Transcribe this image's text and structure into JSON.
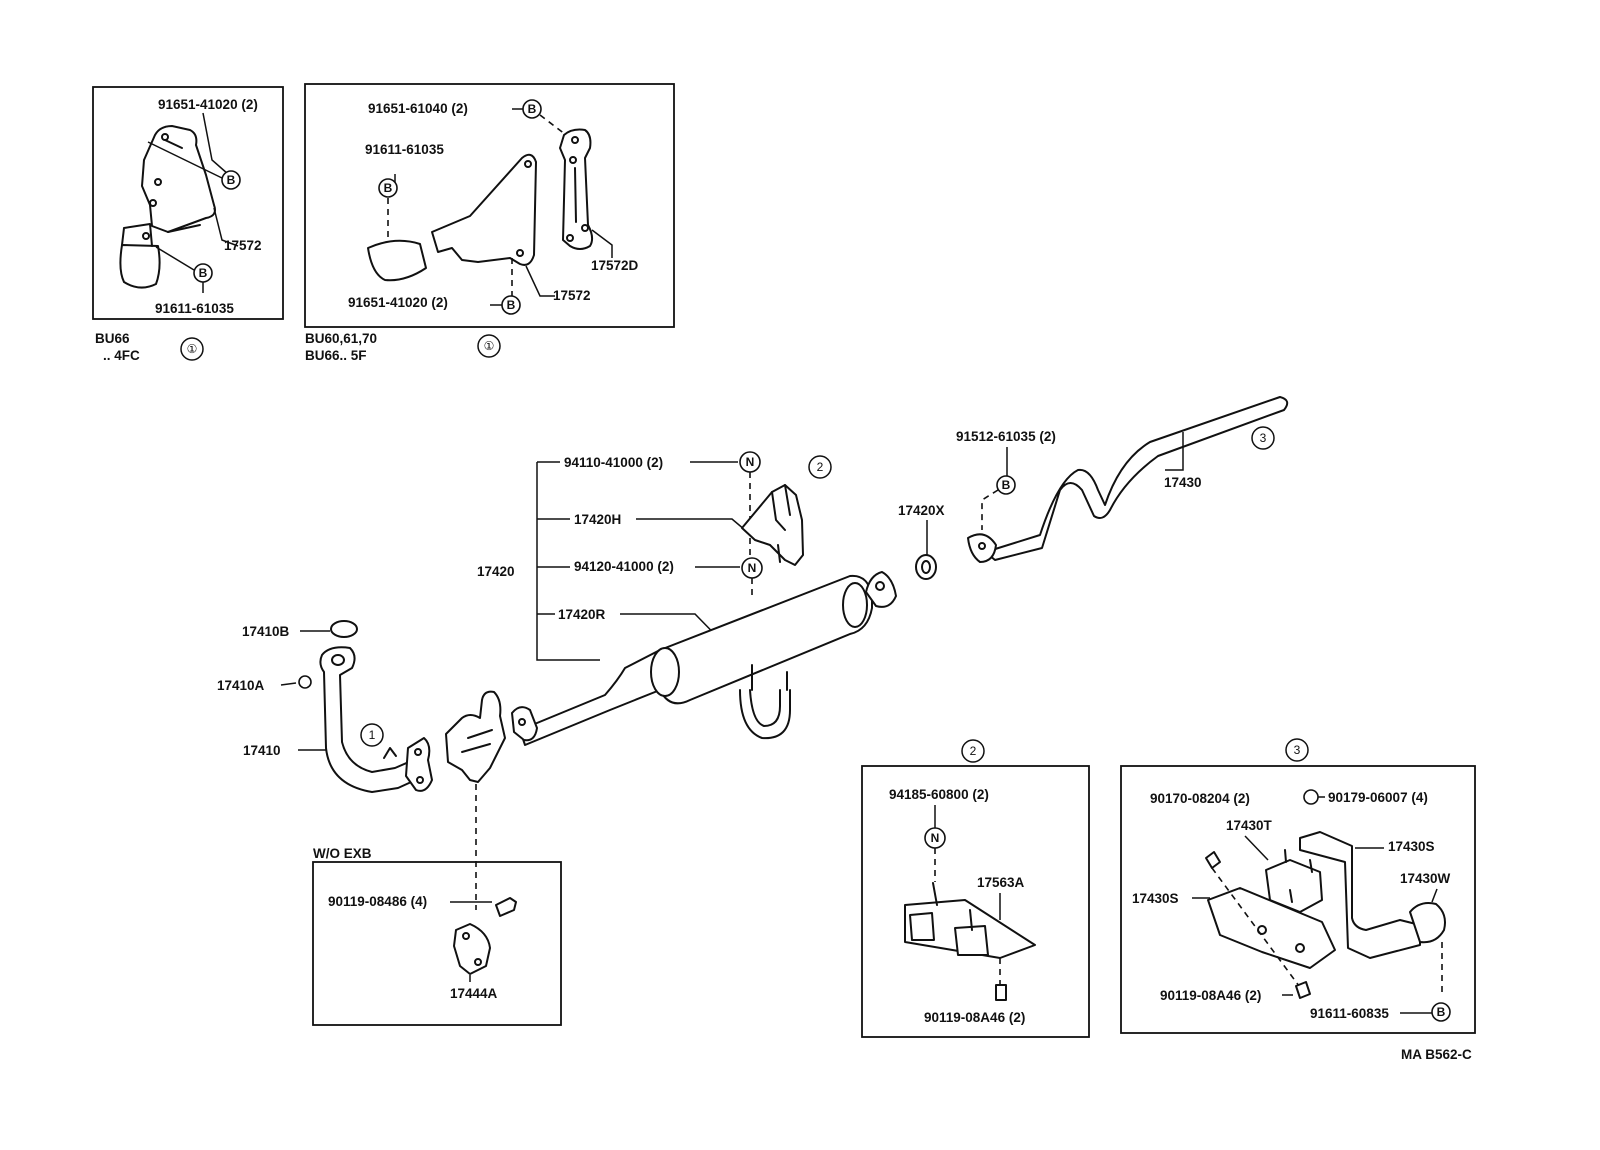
{
  "inset_bu66_4fc": {
    "part_91651_41020": "91651-41020 (2)",
    "part_17572": "17572",
    "part_91611_61035": "91611-61035",
    "marker_b1": "B",
    "marker_b2": "B",
    "caption_line1": "BU66",
    "caption_line2": ".. 4FC",
    "circle_ref": "①"
  },
  "inset_bu60": {
    "part_91651_61040": "91651-61040 (2)",
    "part_91611_61035": "91611-61035",
    "part_17572d": "17572D",
    "part_91651_41020": "91651-41020 (2)",
    "part_17572": "17572",
    "marker_b1": "B",
    "marker_b2": "B",
    "marker_b3": "B",
    "caption_line1": "BU60,61,70",
    "caption_line2": "BU66.. 5F",
    "circle_ref": "①"
  },
  "main": {
    "part_94110": "94110-41000 (2)",
    "part_17420h": "17420H",
    "part_17420": "17420",
    "part_94120": "94120-41000 (2)",
    "part_17420r": "17420R",
    "part_17420x": "17420X",
    "part_91512": "91512-61035 (2)",
    "part_17430": "17430",
    "part_17410b": "17410B",
    "part_17410a": "17410A",
    "part_17410": "17410",
    "marker_n1": "N",
    "marker_n2": "N",
    "marker_b": "B",
    "circle_ref_1": "①",
    "circle_ref_2": "②",
    "circle_ref_3": "③"
  },
  "inset_wo_exb": {
    "title": "W/O EXB",
    "part_90119_08486": "90119-08486 (4)",
    "part_17444a": "17444A"
  },
  "inset_2": {
    "circle_ref": "②",
    "part_94185": "94185-60800 (2)",
    "part_17563a": "17563A",
    "part_90119": "90119-08A46 (2)",
    "marker_n": "N"
  },
  "inset_3": {
    "circle_ref": "③",
    "part_90170": "90170-08204 (2)",
    "part_90179": "90179-06007 (4)",
    "part_17430t": "17430T",
    "part_17430s_top": "17430S",
    "part_17430s_left": "17430S",
    "part_17430w": "17430W",
    "part_90119": "90119-08A46 (2)",
    "part_91611": "91611-60835",
    "marker_b": "B"
  },
  "drawing_code": "MA B562-C"
}
